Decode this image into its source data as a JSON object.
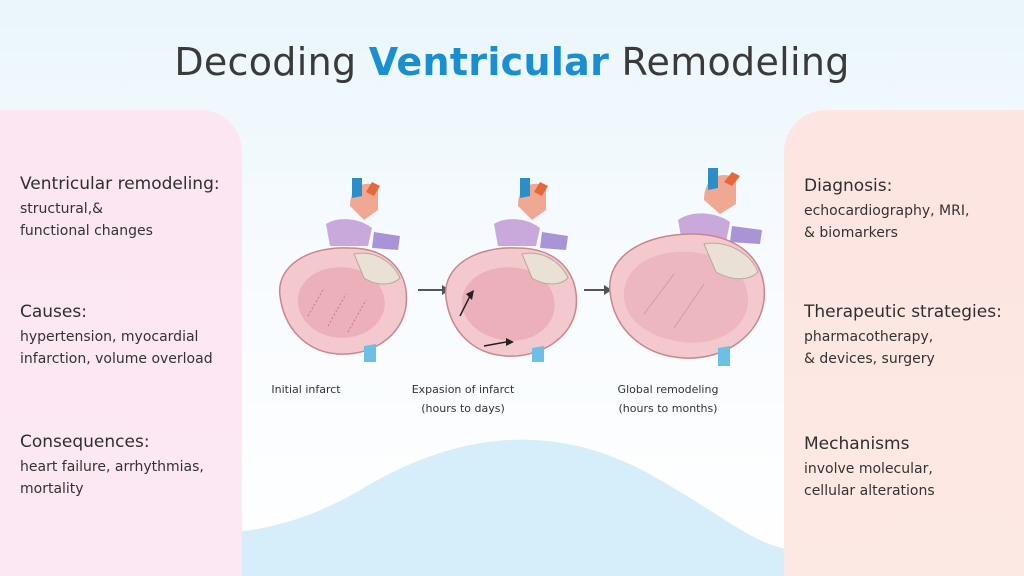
{
  "title": {
    "prefix": "Decoding ",
    "accent": "Ventricular",
    "suffix": " Remodeling"
  },
  "left": [
    {
      "head": "Ventricular remodeling:",
      "body": "structural,&\n functional changes"
    },
    {
      "head": "Causes:",
      "body": "hypertension, myocardial\ninfarction, volume overload"
    },
    {
      "head": "Consequences:",
      "body": "heart failure, arrhythmias,\nmortality"
    }
  ],
  "right": [
    {
      "head": "Diagnosis:",
      "body": "echocardiography, MRI,\n& biomarkers"
    },
    {
      "head": "Therapeutic strategies:",
      "body": "pharmacotherapy,\n& devices, surgery"
    },
    {
      "head": "Mechanisms",
      "body": "involve molecular,\ncellular alterations"
    }
  ],
  "stages": [
    {
      "line1": "Initial infarct",
      "line2": ""
    },
    {
      "line1": "Expasion of infarct",
      "line2": "(hours to days)"
    },
    {
      "line1": "Global remodeling",
      "line2": "(hours to months)"
    }
  ],
  "colors": {
    "accent": "#1a8fd0",
    "left_panel": "#fbe6f1",
    "right_panel": "#fde5e1",
    "wave": "#d6eef9"
  },
  "icons": [
    "heart-illustration",
    "arrow-right-icon"
  ]
}
